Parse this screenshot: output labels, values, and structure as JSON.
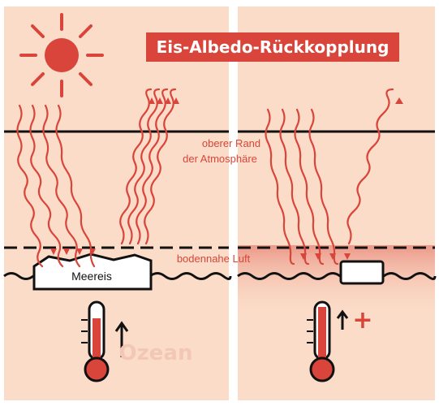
{
  "title": "Eis-Albedo-Rückkopplung",
  "labels": {
    "top_of_atmosphere_line1": "oberer Rand",
    "top_of_atmosphere_line2": "der Atmosphäre",
    "near_surface_air": "bodennahe Luft",
    "sea_ice": "Meereis",
    "ocean": "Ozean",
    "plus": "+"
  },
  "icons": {
    "sun": "sun-icon",
    "thermometer": "thermometer-icon",
    "arrow_up": "arrow-up-icon"
  },
  "colors": {
    "panel_bg": "#fbdcc8",
    "accent": "#d9453a",
    "title_bg": "#d9453a",
    "ocean_label": "#f2c7b5",
    "ink": "#111111",
    "ice": "#ffffff"
  }
}
